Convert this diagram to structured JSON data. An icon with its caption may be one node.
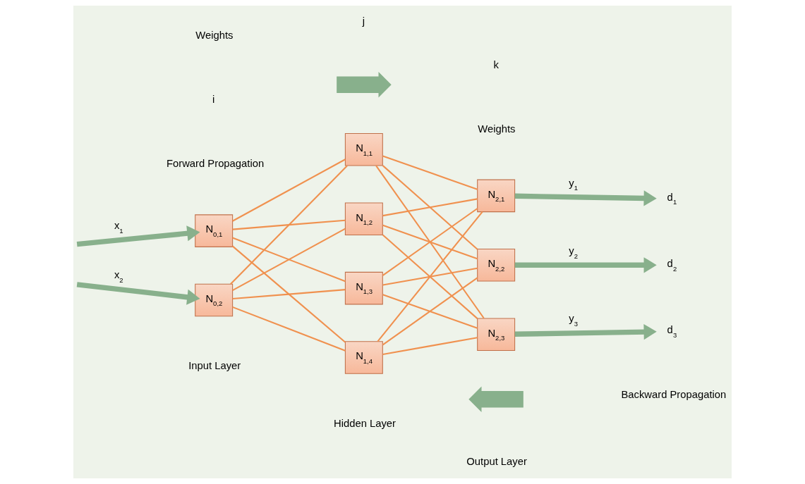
{
  "diagram": {
    "nodes": [
      {
        "text": [
          "N$_{0,1}$"
        ]
      },
      {
        "text": [
          "N$_{0,2}$"
        ]
      },
      {
        "text": [
          "N$_{1,1}$"
        ]
      },
      {
        "text": [
          "N$_{1,2}$"
        ]
      },
      {
        "text": [
          "N$_{1,3}$"
        ]
      },
      {
        "text": [
          "N$_{1,4}$"
        ]
      },
      {
        "text": [
          "N$_{2,1}$"
        ]
      },
      {
        "text": [
          "N$_{2,2}$"
        ]
      },
      {
        "text": [
          "N$_{2,3}$"
        ]
      },
      {
        "text": [
          "d$_{1}$"
        ]
      },
      {
        "text": [
          "d$_{2}$"
        ]
      },
      {
        "text": [
          "d$_{3}$"
        ]
      },
      {
        "text": [],
        "shape": "arrow"
      },
      {
        "text": [],
        "shape": "arrow"
      }
    ],
    "edges": [
      {
        "from": null,
        "to": 0,
        "arrow": "to",
        "label": "x$_{1}$",
        "style": "thick",
        "color": "#88b08c"
      },
      {
        "from": null,
        "to": 1,
        "arrow": "to",
        "label": "x$_{2}$",
        "style": "thick",
        "color": "#88b08c"
      },
      {
        "from": 0,
        "to": 2,
        "arrow": "none"
      },
      {
        "from": 0,
        "to": 3,
        "arrow": "none"
      },
      {
        "from": 0,
        "to": 4,
        "arrow": "none"
      },
      {
        "from": 0,
        "to": 5,
        "arrow": "none"
      },
      {
        "from": 1,
        "to": 2,
        "arrow": "none"
      },
      {
        "from": 1,
        "to": 3,
        "arrow": "none"
      },
      {
        "from": 1,
        "to": 4,
        "arrow": "none"
      },
      {
        "from": 1,
        "to": 5,
        "arrow": "none"
      },
      {
        "from": 2,
        "to": 6,
        "arrow": "none"
      },
      {
        "from": 2,
        "to": 7,
        "arrow": "none"
      },
      {
        "from": 2,
        "to": 8,
        "arrow": "none"
      },
      {
        "from": 3,
        "to": 6,
        "arrow": "none"
      },
      {
        "from": 3,
        "to": 7,
        "arrow": "none"
      },
      {
        "from": 3,
        "to": 8,
        "arrow": "none"
      },
      {
        "from": 4,
        "to": 6,
        "arrow": "none"
      },
      {
        "from": 4,
        "to": 7,
        "arrow": "none"
      },
      {
        "from": 4,
        "to": 8,
        "arrow": "none"
      },
      {
        "from": 5,
        "to": 6,
        "arrow": "none"
      },
      {
        "from": 5,
        "to": 7,
        "arrow": "none"
      },
      {
        "from": 5,
        "to": 8,
        "arrow": "none"
      },
      {
        "from": 6,
        "to": 9,
        "arrow": "to",
        "label": "y$_{1}$",
        "style": "thick",
        "color": "#88b08c"
      },
      {
        "from": 7,
        "to": 10,
        "arrow": "to",
        "label": "y$_{2}$",
        "style": "thick",
        "color": "#88b08c"
      },
      {
        "from": 8,
        "to": 11,
        "arrow": "to",
        "label": "y$_{3}$",
        "style": "thick",
        "color": "#88b08c"
      }
    ],
    "labels": [
      "Forward Propagation",
      "j",
      "i",
      "Weights",
      "Weights",
      "k",
      "Input Layer",
      "Hidden Layer",
      "Output Layer",
      "Backward Propagation"
    ]
  }
}
